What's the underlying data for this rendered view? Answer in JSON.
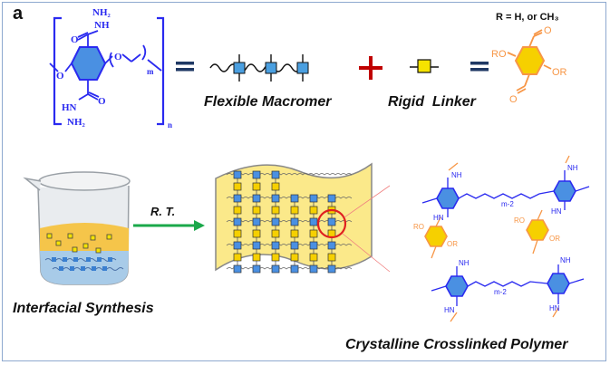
{
  "panel_label": "a",
  "top_row": {
    "macromer_structure": {
      "atoms": {
        "nh2_top": "NH₂",
        "nh_top": "NH",
        "o_carbonyl_top": "O",
        "o_ether_chain": "O",
        "repeat_m": "m",
        "o_ether_left": "O",
        "hn_bottom": "HN",
        "nh2_bottom": "NH₂",
        "o_carbonyl_bottom": "O",
        "repeat_n": "n"
      }
    },
    "flexible_macromer_label": "Flexible Macromer",
    "rigid_linker_label": "Rigid  Linker",
    "r_definition": "R = H, or CH₃",
    "linker_structure": {
      "atoms": {
        "ro_left": "RO",
        "or_right": "OR",
        "o_top": "O",
        "o_bottom": "O"
      }
    }
  },
  "bottom_row": {
    "arrow_label": "R. T.",
    "interfacial_label": "Interfacial Synthesis",
    "polymer_label": "Crystalline Crosslinked Polymer",
    "polymer_structure": {
      "atoms": {
        "chain_repeat": "m-2",
        "ro": "RO",
        "or": "OR",
        "hn": "HN",
        "nh": "NH",
        "n": "N",
        "o": "O"
      }
    }
  },
  "colors": {
    "macromer_blue": "#2a2af0",
    "linker_orange": "#f79646",
    "ring_blue_fill": "#4a90e2",
    "ring_yellow_fill": "#f6d000",
    "plus_red": "#c00000",
    "arrow_green": "#1aa84a",
    "film_yellow": "#fbe98a",
    "highlight_red": "#e02020",
    "frame_border": "#8ea9cf"
  }
}
